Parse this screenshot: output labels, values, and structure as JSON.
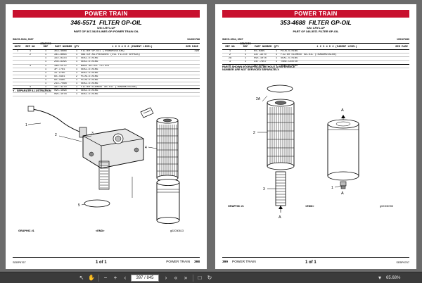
{
  "left_page": {
    "banner": "POWER TRAIN",
    "part_number": "346-5571",
    "part_title": "FILTER GP-OIL",
    "sn": "S/N: LRY1-UP",
    "part_of": "PART OF 367-5425 LINES GP-POWER TRAIN OIL",
    "smcs": "SMCS-3004, 3067",
    "media": "104091788",
    "headers": {
      "note": "NOTE",
      "ref": "REF NO",
      "gref": "GRAPHIC REF",
      "pn": "PART NUMBER",
      "qty": "QTY",
      "desc": "1 2 3 4 5 6 (PARENT LEVEL)",
      "sg": "SER PAGE"
    },
    "rows": [
      {
        "note": "1",
        "ref": "1",
        "gref": "1",
        "pn": "353-4688",
        "qty": "1",
        "desc": "FILTER GP-OIL (TRANSMISSION)",
        "sg": "398"
      },
      {
        "note": "",
        "ref": "2",
        "gref": "1",
        "pn": "341-8664",
        "qty": "1",
        "desc": "SWITCH AS-PRESSURE (OIL FILTER BYPASS)",
        "sg": ""
      },
      {
        "note": "",
        "ref": "",
        "gref": "1",
        "pn": "322-8223",
        "qty": "1",
        "desc": "SEAL-O-RING",
        "sg": ""
      },
      {
        "note": "",
        "ref": "",
        "gref": "1",
        "pn": "256-9295",
        "qty": "1",
        "desc": "SEAL-O-RING",
        "sg": ""
      },
      {
        "note": "",
        "ref": "3",
        "gref": "1",
        "pn": "346-5572",
        "qty": "1",
        "desc": "BASE AS-OIL FILTER",
        "sg": ""
      },
      {
        "note": "",
        "ref": "",
        "gref": "1",
        "pn": "3P-7781",
        "qty": "1",
        "desc": "SEAL-O-RING",
        "sg": ""
      },
      {
        "note": "",
        "ref": "",
        "gref": "1",
        "pn": "3J-2765",
        "qty": "1",
        "desc": "SEAL-O-RING",
        "sg": ""
      },
      {
        "note": "",
        "ref": "",
        "gref": "1",
        "pn": "9S-4191",
        "qty": "2",
        "desc": "PLUG-O-RING",
        "sg": ""
      },
      {
        "note": "",
        "ref": "",
        "gref": "1",
        "pn": "9S-4185",
        "qty": "1",
        "desc": "PLUG-O-RING",
        "sg": ""
      },
      {
        "note": "",
        "ref": "",
        "gref": "1",
        "pn": "214-7568",
        "qty": "1",
        "desc": "SEAL-O-RING",
        "sg": ""
      },
      {
        "note": "",
        "ref": "4",
        "gref": "1",
        "pn": "337-3270",
        "qty": "1",
        "desc": "FILTER ELEMENT AS-OIL (TRANSMISSION)",
        "sg": ""
      },
      {
        "note": "",
        "ref": "5",
        "gref": "1",
        "pn": "095-1696",
        "qty": "1",
        "desc": "SEAL-O-RING",
        "sg": ""
      },
      {
        "note": "",
        "ref": "",
        "gref": "1",
        "pn": "095-1078",
        "qty": "1",
        "desc": "SEAL-O-RING",
        "sg": ""
      }
    ],
    "note": "Y - SEPARATE ILLUSTRATION",
    "callouts": [
      "1",
      "2",
      "3",
      "4",
      "5"
    ],
    "graphic": "GRAPHIC #1",
    "end": "<END>",
    "gid": "g02030613",
    "footer_serial": "SEBP6767",
    "footer_pages": "1  of  1",
    "footer_section": "POWER TRAIN",
    "footer_num": "398"
  },
  "right_page": {
    "banner": "POWER TRAIN",
    "part_number": "353-4688",
    "part_title": "FILTER GP-OIL",
    "sn": "S/N: LRY1-UP",
    "part_of": "PART OF 346-5571 FILTER GP-OIL",
    "smcs": "SMCS-3004, 3067",
    "media": "105167689",
    "headers": {
      "ref": "REF NO",
      "gref": "GRAPHIC REF",
      "pn": "PART NUMBER",
      "qty": "QTY",
      "desc": "1 2 3 4 5 6 (PARENT LEVEL)",
      "sg": "SER PAGE"
    },
    "rows": [
      {
        "ref": "1",
        "gref": "1",
        "pn": "6S-8365",
        "qty": "1",
        "desc": "PLUG-O-RING",
        "sg": ""
      },
      {
        "ref": "2",
        "gref": "1",
        "pn": "337-3270",
        "qty": "1",
        "desc": "FILTER ELEMENT AS-OIL (TRANSMISSION)",
        "sg": ""
      },
      {
        "ref": "2A",
        "gref": "1",
        "pn": "095-1078",
        "qty": "1",
        "desc": "SEAL-O-RING",
        "sg": ""
      },
      {
        "ref": "3",
        "gref": "1",
        "pn": "347-7657",
        "qty": "1",
        "desc": "TUBE-CENTER",
        "sg": ""
      },
      {
        "ref": "5",
        "gref": "1",
        "pn": "8L-2786",
        "qty": "1",
        "desc": "SEAL-O-RING",
        "sg": ""
      }
    ],
    "note1": "PARTS SHOWN IN GRAPHIC(S) WITHOUT A REFERENCE",
    "note2": "NUMBER ARE NOT SERVICED SEPARATELY.",
    "callouts": [
      "2A",
      "2",
      "A",
      "A",
      "A",
      "1",
      "3"
    ],
    "graphic": "GRAPHIC #1",
    "end": "<END>",
    "gid": "g02308783",
    "footer_num": "399",
    "footer_section": "POWER TRAIN",
    "footer_pages": "1  of  1",
    "footer_serial": "SEBP6767"
  },
  "toolbar": {
    "page_field": "397 / 845",
    "zoom": "65.68%",
    "icons": [
      "select-icon",
      "hand-icon",
      "zoom-out-icon",
      "zoom-in-icon",
      "prev-page-icon",
      "next-page-icon",
      "first-page-icon",
      "last-page-icon",
      "fit-icon",
      "rotate-icon"
    ]
  }
}
